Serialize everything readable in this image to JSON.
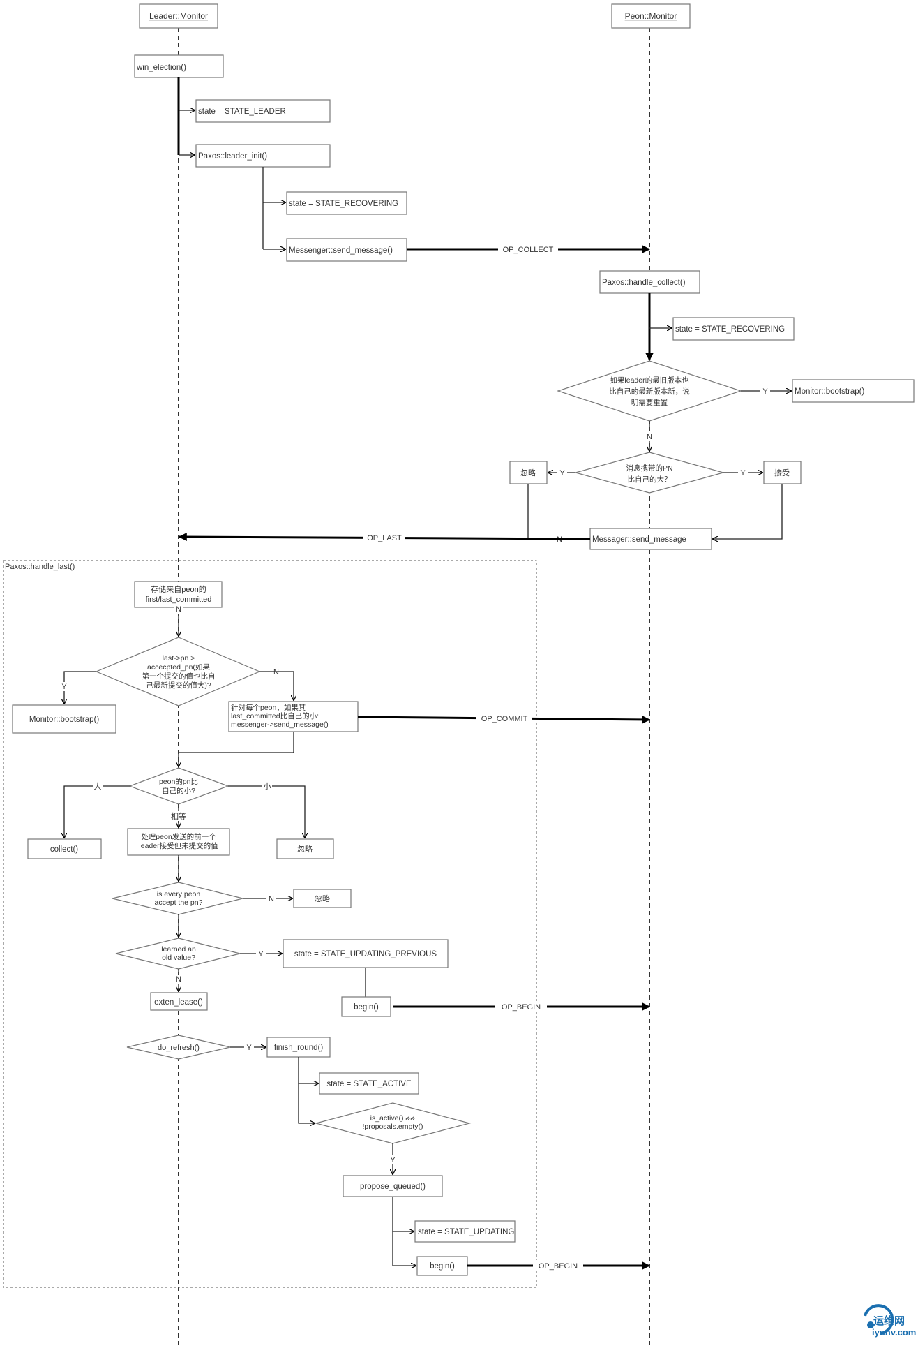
{
  "lifelines": {
    "leader": "Leader::Monitor",
    "peon": "Peon::Monitor"
  },
  "leader_steps": {
    "win_election": "win_election()",
    "state_leader": "state = STATE_LEADER",
    "leader_init": "Paxos::leader_init()",
    "state_recovering": "state = STATE_RECOVERING",
    "send_message": "Messenger::send_message()"
  },
  "peon_steps": {
    "handle_collect": "Paxos::handle_collect()",
    "state_recovering": "state = STATE_RECOVERING",
    "decision_bootstrap": [
      "如果leader的最旧版本也",
      "比自己的最新版本新，说",
      "明需要重置"
    ],
    "bootstrap": "Monitor::bootstrap()",
    "decision_pn": [
      "消息携带的PN",
      "比自己的大？"
    ],
    "ignore": "忽略",
    "accept": "接受",
    "send_message": "Messager::send_message"
  },
  "handle_last": {
    "frame_title": "Paxos::handle_last()",
    "store": [
      "存储来自peon的",
      "first/last_committed"
    ],
    "decision_accepted": [
      "last->pn >",
      "accecpted_pn(如果",
      "第一个提交的值也比自",
      "己最新提交的值大)?"
    ],
    "bootstrap": "Monitor::bootstrap()",
    "foreach_peon": [
      "针对每个peon，如果其",
      "last_committed比自己的小:",
      "messenger->send_message()"
    ],
    "decision_pn_compare": [
      "peon的pn比",
      "自己的小?"
    ],
    "branch_big": "大",
    "branch_small": "小",
    "branch_equal": "相等",
    "collect": "collect()",
    "process_uncommitted": [
      "处理peon发送的前一个",
      "leader接受但未提交的值"
    ],
    "ignore_1": "忽略",
    "decision_every_peon": [
      "is every peon",
      "accept the pn?"
    ],
    "ignore_2": "忽略",
    "decision_learned": [
      "learned an",
      "old value?"
    ],
    "state_updating_previous": "state = STATE_UPDATING_PREVIOUS",
    "extend_lease": "exten_lease()",
    "begin_1": "begin()",
    "decision_refresh": "do_refresh()",
    "finish_round": "finish_round()",
    "state_active": "state = STATE_ACTIVE",
    "decision_active": [
      "is_active() &&",
      "!proposals.empty()"
    ],
    "propose_queued": "propose_queued()",
    "state_updating": "state = STATE_UPDATING",
    "begin_2": "begin()"
  },
  "messages": {
    "collect": "OP_COLLECT",
    "last": "OP_LAST",
    "commit": "OP_COMMIT",
    "begin_1": "OP_BEGIN",
    "begin_2": "OP_BEGIN"
  },
  "branch_labels": {
    "yes": "Y",
    "no": "N"
  },
  "logo": {
    "name": "运维网",
    "domain": "iyunv.com",
    "color": "#1a6fb0"
  }
}
